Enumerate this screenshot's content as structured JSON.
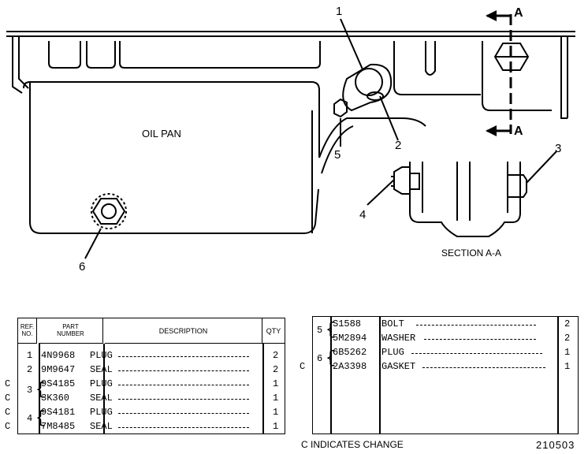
{
  "drawing": {
    "callouts": [
      "1",
      "2",
      "3",
      "4",
      "5",
      "6"
    ],
    "section_marker": "A",
    "oil_pan_label": "OIL PAN",
    "section_label": "SECTION A-A"
  },
  "left_table": {
    "headers": {
      "ref": "REF.\nNO.",
      "part": "PART\nNUMBER",
      "desc": "DESCRIPTION",
      "qty": "QTY"
    },
    "rows": [
      {
        "chg": "",
        "ref": "1",
        "part": "4N9968",
        "desc": "PLUG",
        "qty": "2"
      },
      {
        "chg": "",
        "ref": "2",
        "part": "9M9647",
        "desc": "SEAL",
        "qty": "2"
      },
      {
        "chg": "C",
        "ref": "3",
        "part": "9S4185",
        "desc": "PLUG",
        "qty": "1"
      },
      {
        "chg": "C",
        "ref": "",
        "part": "3K360",
        "desc": "SEAL",
        "qty": "1"
      },
      {
        "chg": "C",
        "ref": "4",
        "part": "9S4181",
        "desc": "PLUG",
        "qty": "1"
      },
      {
        "chg": "C",
        "ref": "",
        "part": "7M8485",
        "desc": "SEAL",
        "qty": "1"
      }
    ]
  },
  "right_table": {
    "rows": [
      {
        "chg": "",
        "ref": "5",
        "part": "S1588",
        "desc": "BOLT",
        "qty": "2"
      },
      {
        "chg": "",
        "ref": "",
        "part": "5M2894",
        "desc": "WASHER",
        "qty": "2"
      },
      {
        "chg": "C",
        "ref": "6",
        "part": "6B5262",
        "desc": "PLUG",
        "qty": "1"
      },
      {
        "chg": "",
        "ref": "",
        "part": "2A3398",
        "desc": "GASKET",
        "qty": "1"
      }
    ]
  },
  "footer": {
    "legend": "C INDICATES CHANGE",
    "illus_number": "210503"
  }
}
